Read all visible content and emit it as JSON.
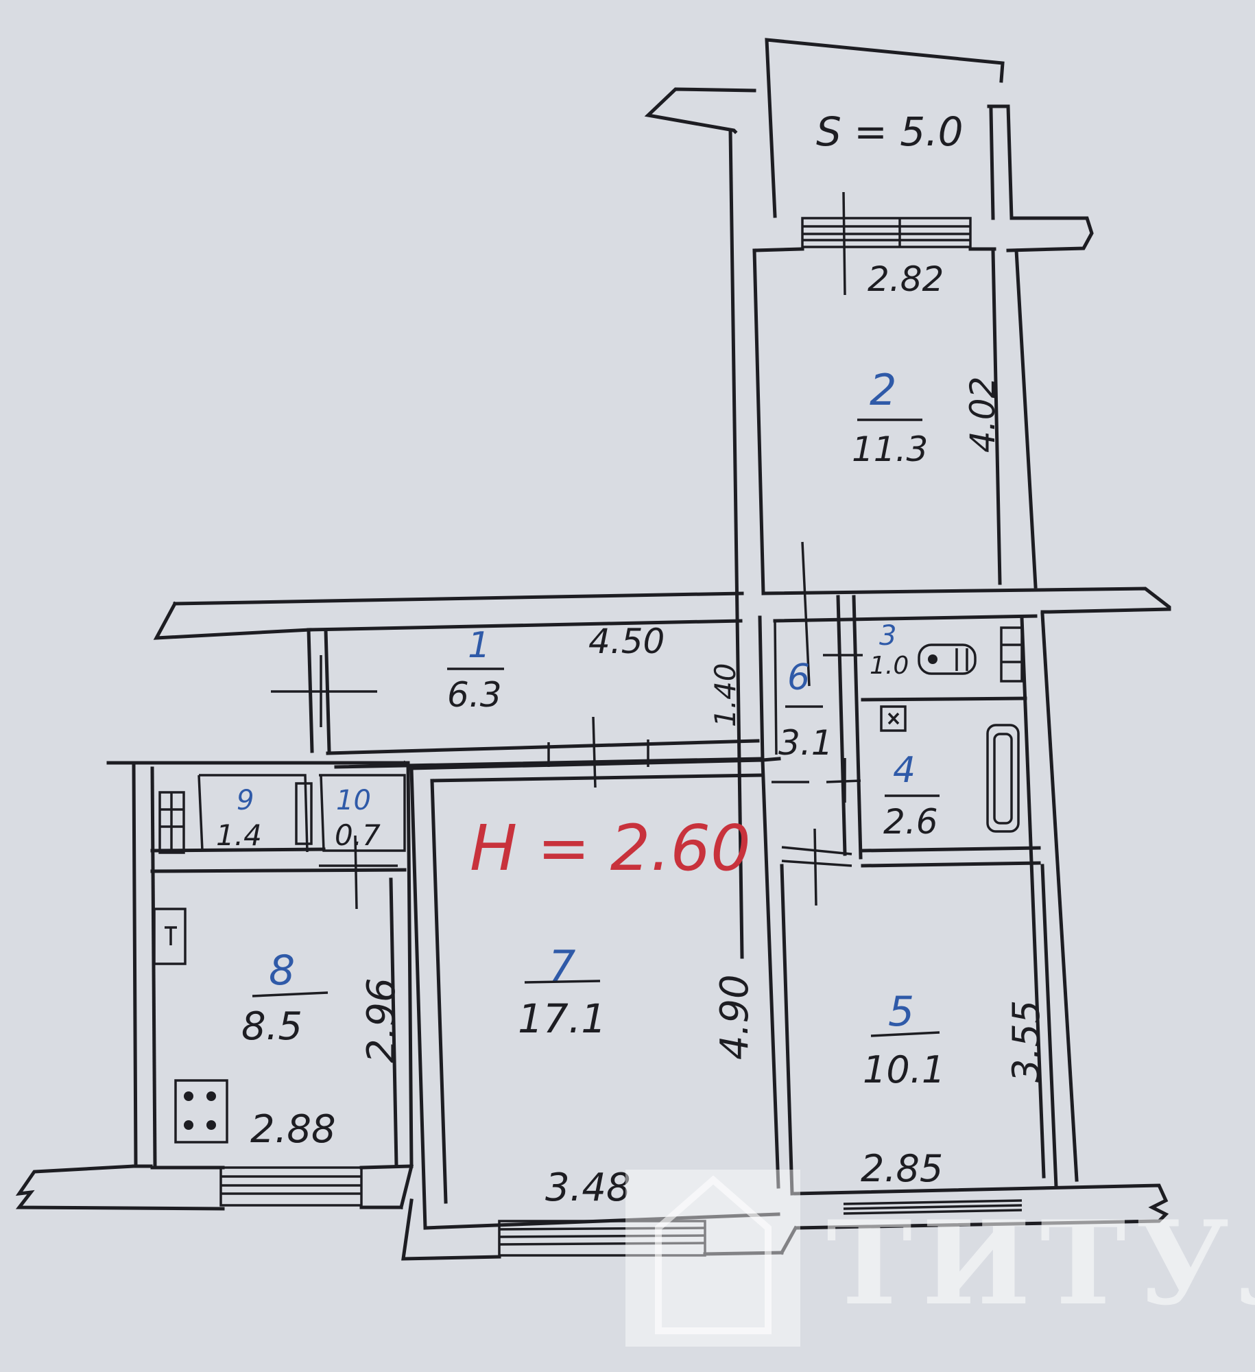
{
  "balcony_area": "S = 5.0",
  "ceiling_height": "H = 2.60",
  "watermark": "ТИТУЛ",
  "rooms": [
    {
      "number": "1",
      "area": "6.3"
    },
    {
      "number": "2",
      "area": "11.3"
    },
    {
      "number": "3",
      "area": "1.0"
    },
    {
      "number": "4",
      "area": "2.6"
    },
    {
      "number": "5",
      "area": "10.1"
    },
    {
      "number": "6",
      "area": "3.1"
    },
    {
      "number": "7",
      "area": "17.1"
    },
    {
      "number": "8",
      "area": "8.5"
    },
    {
      "number": "9",
      "area": "1.4"
    },
    {
      "number": "10",
      "area": "0.7"
    }
  ],
  "dimensions": {
    "room2_width": "2.82",
    "room2_length": "4.02",
    "room1_length": "4.50",
    "room1_width": "1.40",
    "room8_length": "2.96",
    "room8_width": "2.88",
    "room7_length": "4.90",
    "room7_width": "3.48",
    "room5_length": "3.55",
    "room5_width": "2.85"
  }
}
